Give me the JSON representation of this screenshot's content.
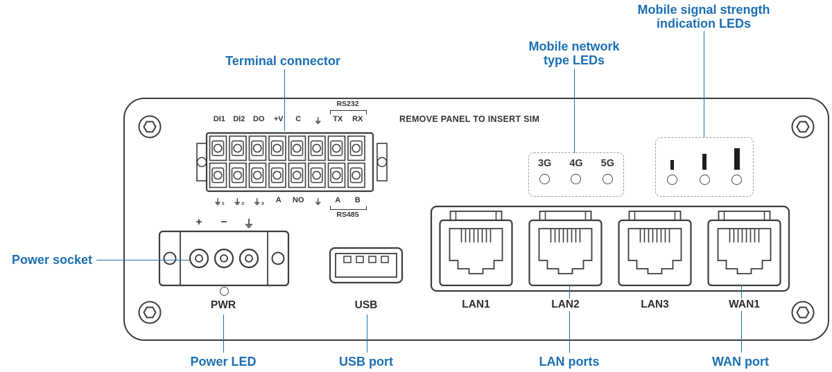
{
  "colors": {
    "accent": "#1b6fb4",
    "ink": "#3c3c3c",
    "label": "#343434"
  },
  "callouts": {
    "terminal_connector": "Terminal connector",
    "mobile_network_line1": "Mobile network",
    "mobile_network_line2": "type LEDs",
    "mobile_signal_line1": "Mobile signal strength",
    "mobile_signal_line2": "indication LEDs",
    "power_socket": "Power socket",
    "power_led": "Power LED",
    "usb_port": "USB port",
    "lan_ports": "LAN ports",
    "wan_port": "WAN port"
  },
  "panel": {
    "sim_note": "REMOVE PANEL TO INSERT SIM",
    "terminal": {
      "bracket_top": "RS232",
      "bracket_bottom": "RS485",
      "row_top": [
        "DI1",
        "DI2",
        "DO",
        "+V",
        "C",
        "⏚",
        "TX",
        "RX"
      ],
      "row_bottom": [
        "⏚₁",
        "⏚₂",
        "⏚₃",
        "A",
        "NO",
        "⏚",
        "A",
        "B"
      ]
    },
    "network_type_leds": [
      "3G",
      "4G",
      "5G"
    ],
    "power_pins": [
      "+",
      "−",
      "⏚"
    ],
    "power_led_label": "PWR",
    "usb_label": "USB",
    "port_labels": [
      "LAN1",
      "LAN2",
      "LAN3",
      "WAN1"
    ]
  }
}
